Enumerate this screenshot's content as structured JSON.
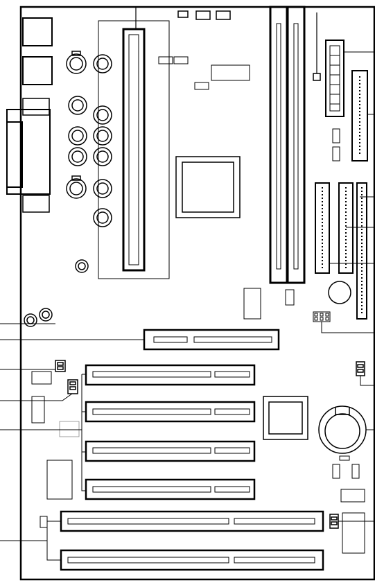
{
  "diagram": {
    "type": "motherboard-layout",
    "colors": {
      "line": "#000000",
      "background": "#ffffff"
    },
    "components": [
      "board-outline",
      "io-ports",
      "capacitors",
      "cpu-slot",
      "dimm-slots",
      "power-connector",
      "fan-headers",
      "ide-connectors",
      "floppy-connector",
      "chipset",
      "io-chip",
      "battery",
      "agp-slot",
      "pci-slots",
      "isa-slots",
      "jumpers"
    ],
    "text_labels": []
  }
}
